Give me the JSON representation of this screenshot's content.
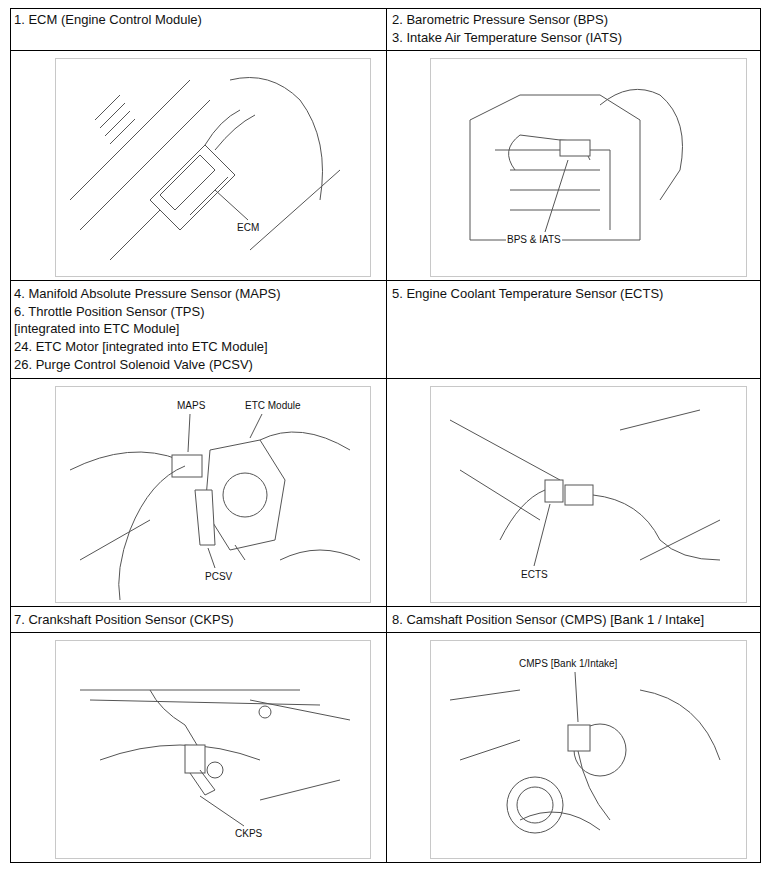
{
  "diagram": {
    "labels": [
      "1. ECM (Engine Control Module)",
      "2. Barometric Pressure Sensor (BPS)",
      "3. Intake Air Temperature Sensor (IATS)",
      "ECM",
      "BPS & IATS",
      "4. Manifold Absolute Pressure Sensor (MAPS)",
      "6. Throttle Position Sensor (TPS)",
      "[integrated into ETC Module]",
      "24. ETC Motor [integrated into ETC Module]",
      "26. Purge Control Solenoid Valve (PCSV)",
      "5. Engine Coolant Temperature Sensor (ECTS)",
      "MAPS",
      "ETC Module",
      "PCSV",
      "ECTS",
      "7. Crankshaft Position Sensor (CKPS)",
      "8. Camshaft Position Sensor (CMPS) [Bank 1 / Intake]",
      "CKPS",
      "CMPS [Bank 1/Intake]"
    ]
  }
}
